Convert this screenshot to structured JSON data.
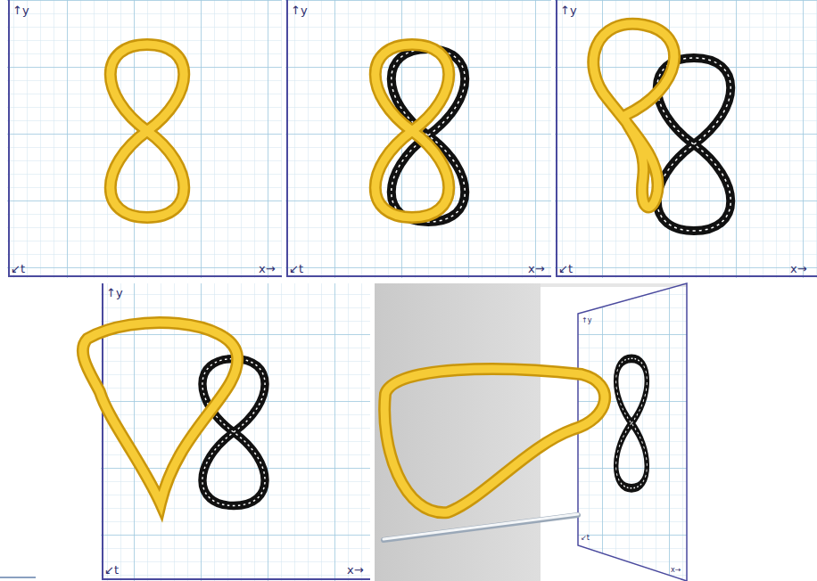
{
  "diagram": {
    "labels": [
      "↑y",
      "↙t",
      "x→",
      "↑y",
      "↙t",
      "x→",
      "↑y",
      "↙t",
      "x→",
      "↑y",
      "↙t",
      "x→",
      "↑y",
      "↙t",
      "x→"
    ]
  }
}
